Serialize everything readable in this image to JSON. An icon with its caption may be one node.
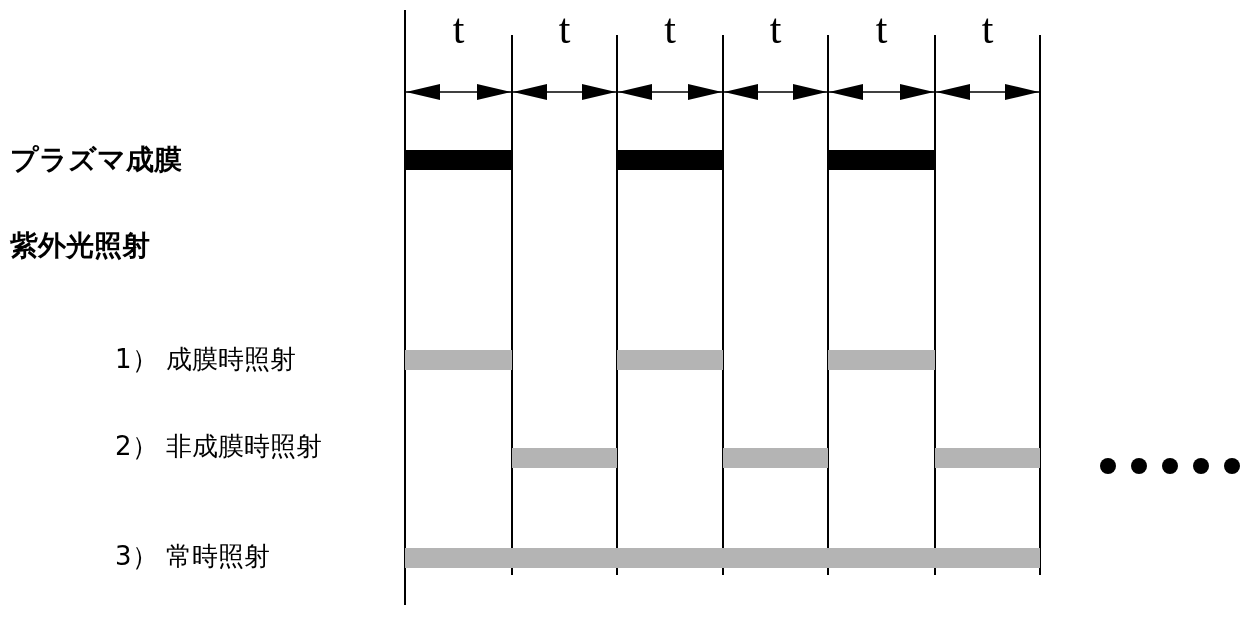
{
  "diagram": {
    "labels": [
      "t",
      "t",
      "t",
      "t",
      "t",
      "t",
      "プラズマ成膜",
      "紫外光照射",
      "1） 成膜時照射",
      "2） 非成膜時照射",
      "3） 常時照射"
    ]
  }
}
